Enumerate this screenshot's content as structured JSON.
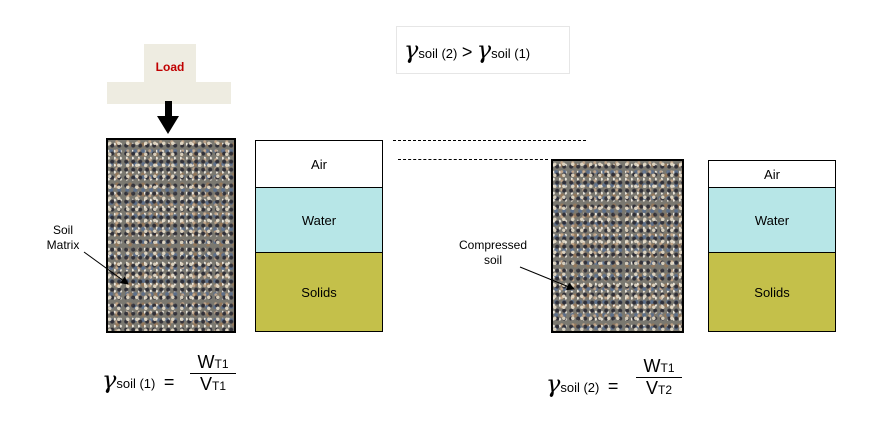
{
  "load": {
    "label": "Load"
  },
  "inequality": {
    "symbol": "γ",
    "left_sub": "soil (2)",
    "operator": ">",
    "right_sub": "soil (1)"
  },
  "phases": {
    "air": "Air",
    "water": "Water",
    "solids": "Solids"
  },
  "labels": {
    "soil_matrix_line1": "Soil",
    "soil_matrix_line2": "Matrix",
    "compressed_line1": "Compressed",
    "compressed_line2": "soil"
  },
  "formula1": {
    "symbol": "γ",
    "sub": "soil (1)",
    "equals": "=",
    "num_main": "W",
    "num_sub": "T1",
    "den_main": "V",
    "den_sub": "T1"
  },
  "formula2": {
    "symbol": "γ",
    "sub": "soil (2)",
    "equals": "=",
    "num_main": "W",
    "num_sub": "T1",
    "den_main": "V",
    "den_sub": "T2"
  }
}
